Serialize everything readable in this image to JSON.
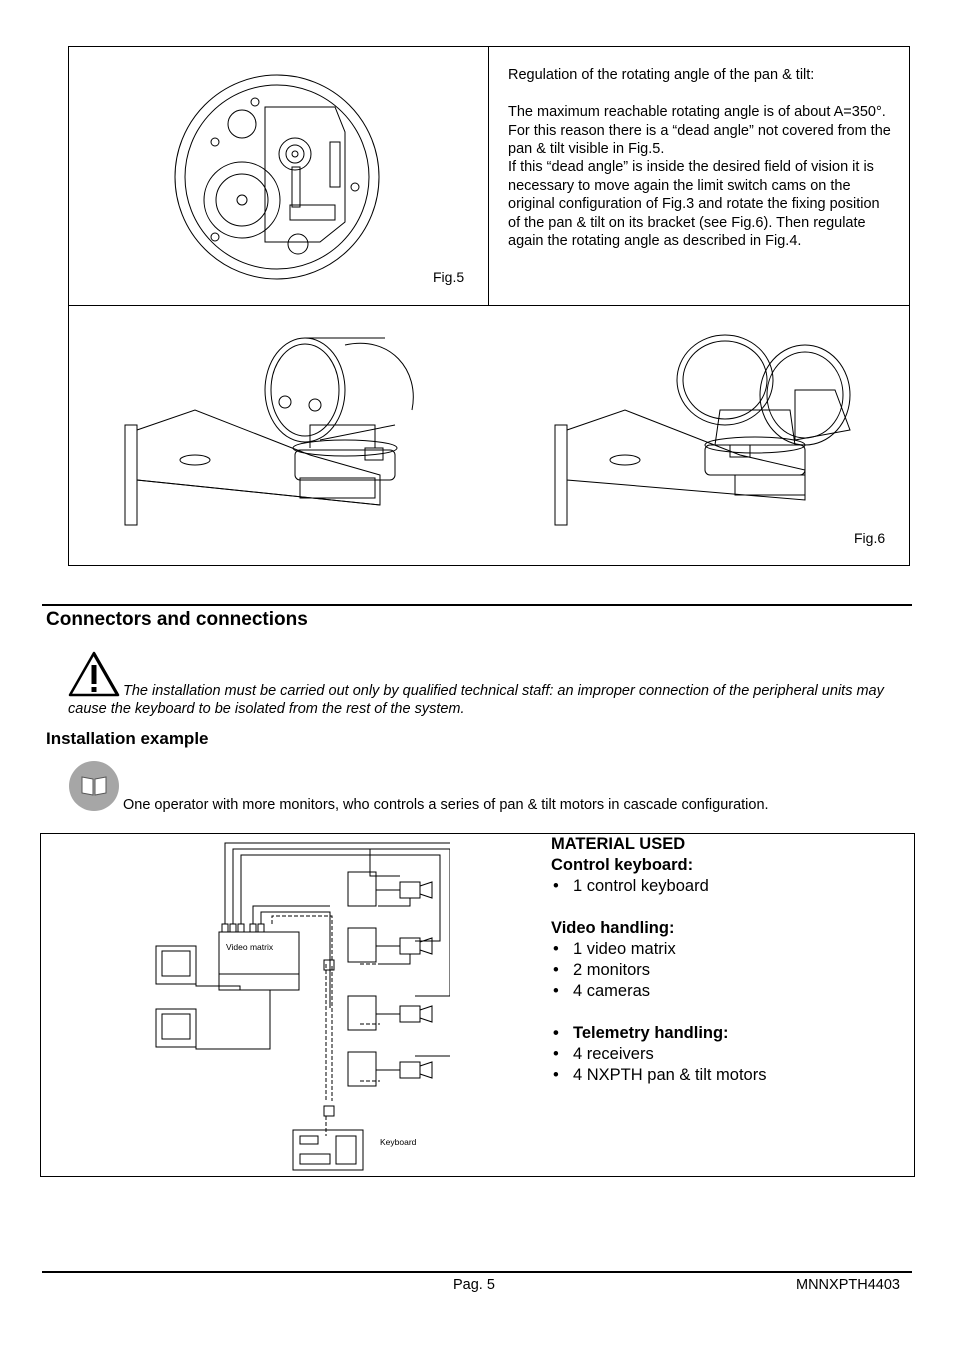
{
  "fig5": {
    "caption": "Fig.5",
    "intro": "Regulation of the rotating angle of the pan & tilt:",
    "paragraph": "The maximum reachable rotating angle is of about A=350°. For this reason there is a “dead angle” not covered from the pan & tilt visible in Fig.5.",
    "paragraph2": "If this “dead angle” is inside the desired field of vision it is necessary to move again the limit switch cams on the original configuration of Fig.3 and rotate the fixing position of the pan & tilt on its bracket (see Fig.6). Then regulate again the rotating angle as described in Fig.4."
  },
  "fig6": {
    "caption": "Fig.6"
  },
  "section": {
    "title": "Connectors and connections",
    "warning": "The installation must be carried out only by qualified technical staff: an improper connection of the peripheral units may cause the keyboard to be isolated from the rest of the system.",
    "subtitle": "Installation example",
    "note": "One operator with more monitors, who controls a series of pan & tilt motors in cascade configuration."
  },
  "diagram": {
    "video_matrix_label": "Video matrix",
    "keyboard_label": "Keyboard"
  },
  "material": {
    "title": "MATERIAL USED",
    "control_heading": "Control keyboard:",
    "control_items": [
      "1 control keyboard"
    ],
    "video_heading": "Video handling:",
    "video_items": [
      "1 video matrix",
      "2 monitors",
      "4 cameras"
    ],
    "telemetry_heading": "Telemetry handling:",
    "telemetry_items": [
      "4 receivers",
      "4 NXPTH pan & tilt motors"
    ]
  },
  "footer": {
    "page": "Pag. 5",
    "code": "MNNXPTH4403"
  }
}
